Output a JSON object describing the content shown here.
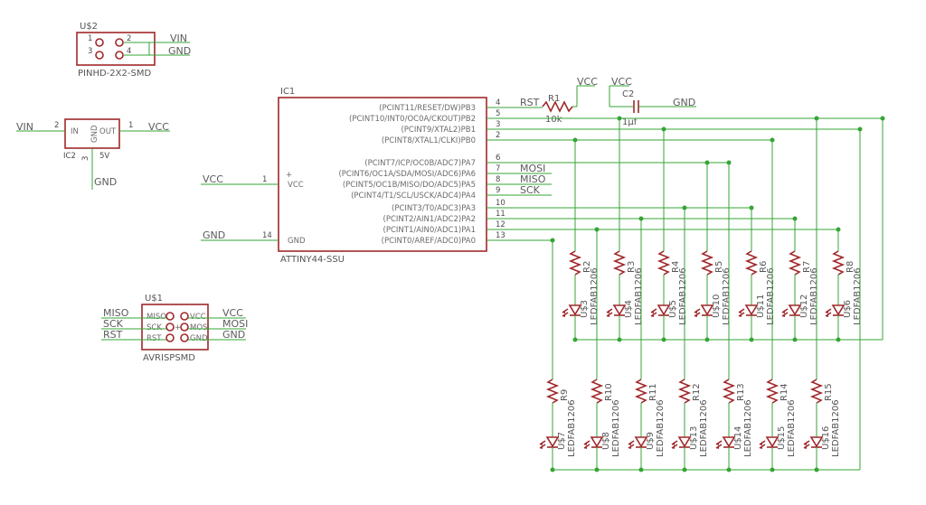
{
  "parts": {
    "conn_us2": {
      "name": "U$2",
      "value": "PINHD-2X2-SMD",
      "pins": [
        "1",
        "2",
        "3",
        "4"
      ],
      "nets": [
        "VIN",
        "GND"
      ]
    },
    "ic2": {
      "name": "IC2",
      "in_label": "IN",
      "out_label": "OUT",
      "gnd_label": "GND",
      "pin_in": "2",
      "pin_out": "1",
      "pin_gnd": "3",
      "voltage": "5V",
      "net_in": "VIN",
      "net_out": "VCC",
      "net_gnd": "GND"
    },
    "ic1": {
      "name": "IC1",
      "value": "ATTINY44-SSU",
      "left_pins": [
        {
          "label": "VCC",
          "num": "1",
          "net": "VCC"
        },
        {
          "label": "GND",
          "num": "14",
          "net": "GND"
        }
      ],
      "right_pins": [
        {
          "label": "(PCINT11/RESET/DW)PB3",
          "num": "4",
          "net": "RST"
        },
        {
          "label": "(PCINT10/INT0/OC0A/CKOUT)PB2",
          "num": "5",
          "net": ""
        },
        {
          "label": "(PCINT9/XTAL2)PB1",
          "num": "3",
          "net": ""
        },
        {
          "label": "(PCINT8/XTAL1/CLKI)PB0",
          "num": "2",
          "net": ""
        },
        {
          "label": "(PCINT7/ICP/OC0B/ADC7)PA7",
          "num": "6",
          "net": ""
        },
        {
          "label": "(PCINT6/OC1A/SDA/MOSI/ADC6)PA6",
          "num": "7",
          "net": "MOSI"
        },
        {
          "label": "(PCINT5/OC1B/MISO/DO/ADC5)PA5",
          "num": "8",
          "net": "MISO"
        },
        {
          "label": "(PCINT4/T1/SCL/USCK/ADC4)PA4",
          "num": "9",
          "net": "SCK"
        },
        {
          "label": "(PCINT3/T0/ADC3)PA3",
          "num": "10",
          "net": ""
        },
        {
          "label": "(PCINT2/AIN1/ADC2)PA2",
          "num": "11",
          "net": ""
        },
        {
          "label": "(PCINT1/AIN0/ADC1)PA1",
          "num": "12",
          "net": ""
        },
        {
          "label": "(PCINT0/AREF/ADC0)PA0",
          "num": "13",
          "net": ""
        }
      ]
    },
    "r1": {
      "name": "R1",
      "value": "10k",
      "net_top": "VCC"
    },
    "c2": {
      "name": "C2",
      "value": "1µf",
      "net_top": "VCC",
      "net_right": "GND"
    },
    "avr": {
      "name": "U$1",
      "value": "AVRISPSMD",
      "pins_left": [
        "MISO",
        "SCK",
        "RST"
      ],
      "pins_right": [
        "VCC",
        "MOSI",
        "GND"
      ],
      "nets_left": [
        "MISO",
        "SCK",
        "RST"
      ],
      "nets_right": [
        "VCC",
        "MOSI",
        "GND"
      ]
    },
    "led_value": "LEDFAB1206",
    "row1_resistors": [
      "R2",
      "R3",
      "R4",
      "R5",
      "R6",
      "R7",
      "R8"
    ],
    "row1_leds": [
      "U$3",
      "U$4",
      "U$5",
      "U$10",
      "U$11",
      "U$12",
      "U$6"
    ],
    "row2_resistors": [
      "R9",
      "R10",
      "R11",
      "R12",
      "R13",
      "R14",
      "R15"
    ],
    "row2_leds": [
      "U$7",
      "U$8",
      "U$9",
      "U$13",
      "U$14",
      "U$15",
      "U$16"
    ]
  }
}
